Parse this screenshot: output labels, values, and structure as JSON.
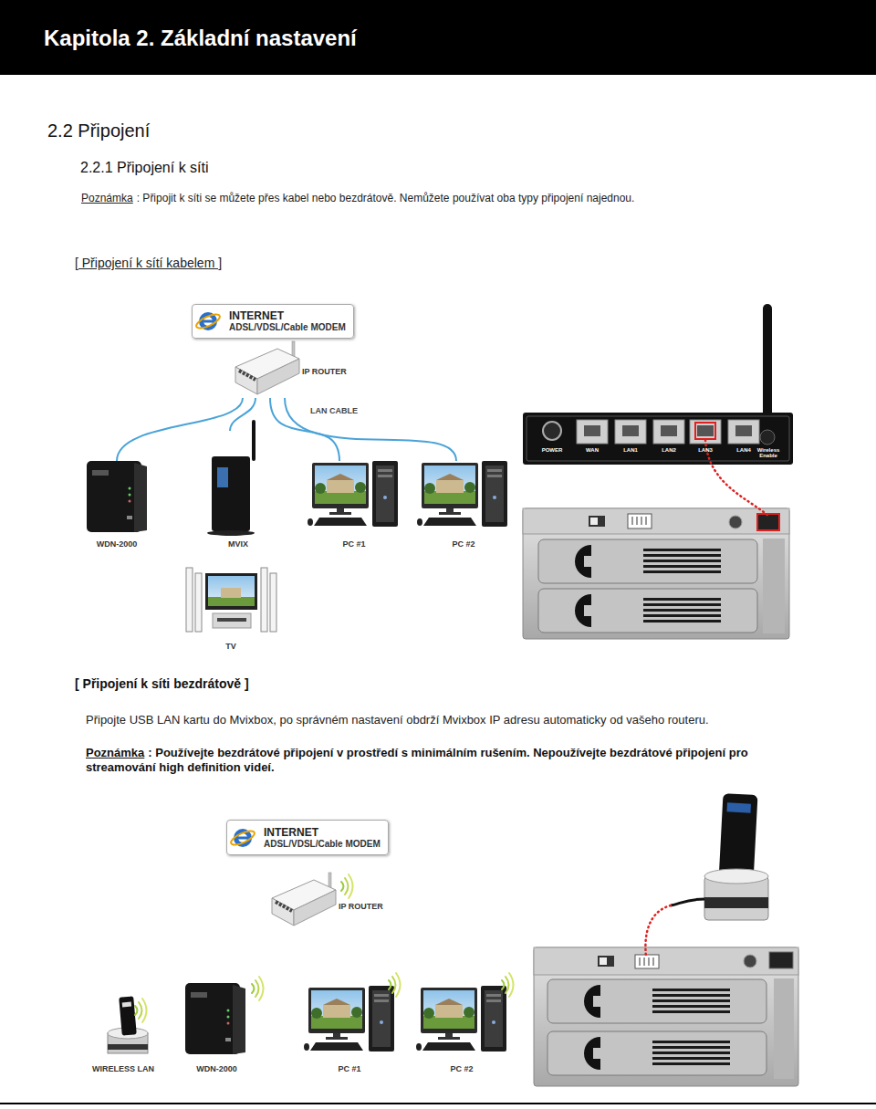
{
  "diagram": {
    "title": "Kapitola 2. Základní nastavení",
    "nodes": [
      {
        "text": [
          "INTERNET",
          "ADSL/VDSL/Cable MODEM"
        ]
      },
      {
        "text": [
          "IP ROUTER"
        ]
      },
      {
        "text": [
          "WDN-2000"
        ]
      },
      {
        "text": [
          "MVIX"
        ]
      },
      {
        "text": [
          "PC #1"
        ]
      },
      {
        "text": [
          "PC #2"
        ]
      },
      {
        "text": [
          "TV"
        ]
      },
      {
        "text": [
          "INTERNET",
          "ADSL/VDSL/Cable MODEM"
        ]
      },
      {
        "text": [
          "IP ROUTER"
        ]
      },
      {
        "text": [
          "WIRELESS LAN"
        ]
      },
      {
        "text": [
          "WDN-2000"
        ]
      },
      {
        "text": [
          "PC #1"
        ]
      },
      {
        "text": [
          "PC #2"
        ]
      }
    ],
    "edges": [
      {
        "from": 1,
        "to": 2,
        "arrow": "none"
      },
      {
        "from": 1,
        "to": 3,
        "arrow": "none"
      },
      {
        "from": 1,
        "to": 4,
        "arrow": "none"
      },
      {
        "from": 1,
        "to": 5,
        "arrow": "none"
      }
    ],
    "labels": [
      "2.2 Připojení",
      "2.2.1 Připojení k síti",
      "Poznámka",
      ": Připojit k síti se můžete přes kabel nebo bezdrátově. Nemůžete používat oba typy připojení najednou.",
      "[ Připojení k sítí kabelem ]",
      "LAN CABLE",
      "POWER",
      "WAN",
      "LAN1",
      "LAN2",
      "LAN3",
      "LAN4",
      "Wireless Enable",
      "[ Připojení k síti bezdrátově ]",
      "Připojte USB LAN kartu do Mvixbox, po správném nastavení obdrží Mvixbox IP adresu automaticky od vašeho routeru.",
      "Poznámka",
      ": Používejte bezdrátové připojení v prostředí s minimálním rušením. Nepoužívejte bezdrátové připojení pro streamování high definition videí."
    ]
  }
}
